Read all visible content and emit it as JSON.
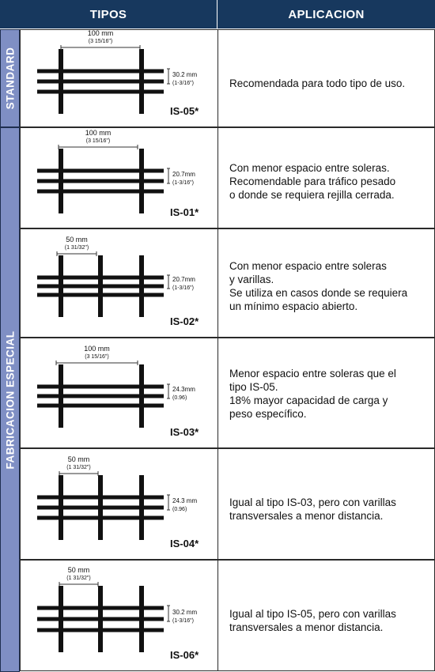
{
  "header": {
    "col1": "TIPOS",
    "col2": "APLICACION"
  },
  "sections": [
    {
      "label": "STANDARD"
    },
    {
      "label": "FABRICACION ESPECIAL"
    }
  ],
  "rows": [
    {
      "code": "IS-05*",
      "spacing_label": "100 mm",
      "spacing_sub": "(3 15/16\")",
      "height_label": "30.2 mm",
      "height_sub": "(1-3/16\")",
      "description": "Recomendada para todo tipo de uso."
    },
    {
      "code": "IS-01*",
      "spacing_label": "100 mm",
      "spacing_sub": "(3 15/16\")",
      "height_label": "20.7mm",
      "height_sub": "(1-3/16\")",
      "description": "Con menor espacio entre soleras.\nRecomendable para tráfico pesado\no donde se requiera rejilla cerrada."
    },
    {
      "code": "IS-02*",
      "spacing_label": "50 mm",
      "spacing_sub": "(1 31/32\")",
      "height_label": "20.7mm",
      "height_sub": "(1-3/16\")",
      "description": "Con menor espacio entre soleras\ny varillas.\nSe utiliza en casos donde se requiera\nun mínimo espacio abierto."
    },
    {
      "code": "IS-03*",
      "spacing_label": "100 mm",
      "spacing_sub": "(3 15/16\")",
      "height_label": "24.3mm",
      "height_sub": "(0.96)",
      "description": "Menor espacio entre soleras que el\ntipo IS-05.\n18% mayor capacidad de carga y\npeso específico."
    },
    {
      "code": "IS-04*",
      "spacing_label": "50 mm",
      "spacing_sub": "(1 31/32\")",
      "height_label": "24.3 mm",
      "height_sub": "(0.96)",
      "description": "Igual al tipo IS-03, pero con varillas\ntransversales a menor distancia."
    },
    {
      "code": "IS-06*",
      "spacing_label": "50 mm",
      "spacing_sub": "(1 31/32\")",
      "height_label": "30.2 mm",
      "height_sub": "(1-3/16\")",
      "description": "Igual al tipo IS-05, pero con varillas\ntransversales a menor distancia."
    }
  ],
  "colors": {
    "header_bg": "#17385e",
    "header_text": "#ffffff",
    "side_bg": "#7f8fc4",
    "border": "#2a2a2a",
    "bar": "#111111"
  }
}
